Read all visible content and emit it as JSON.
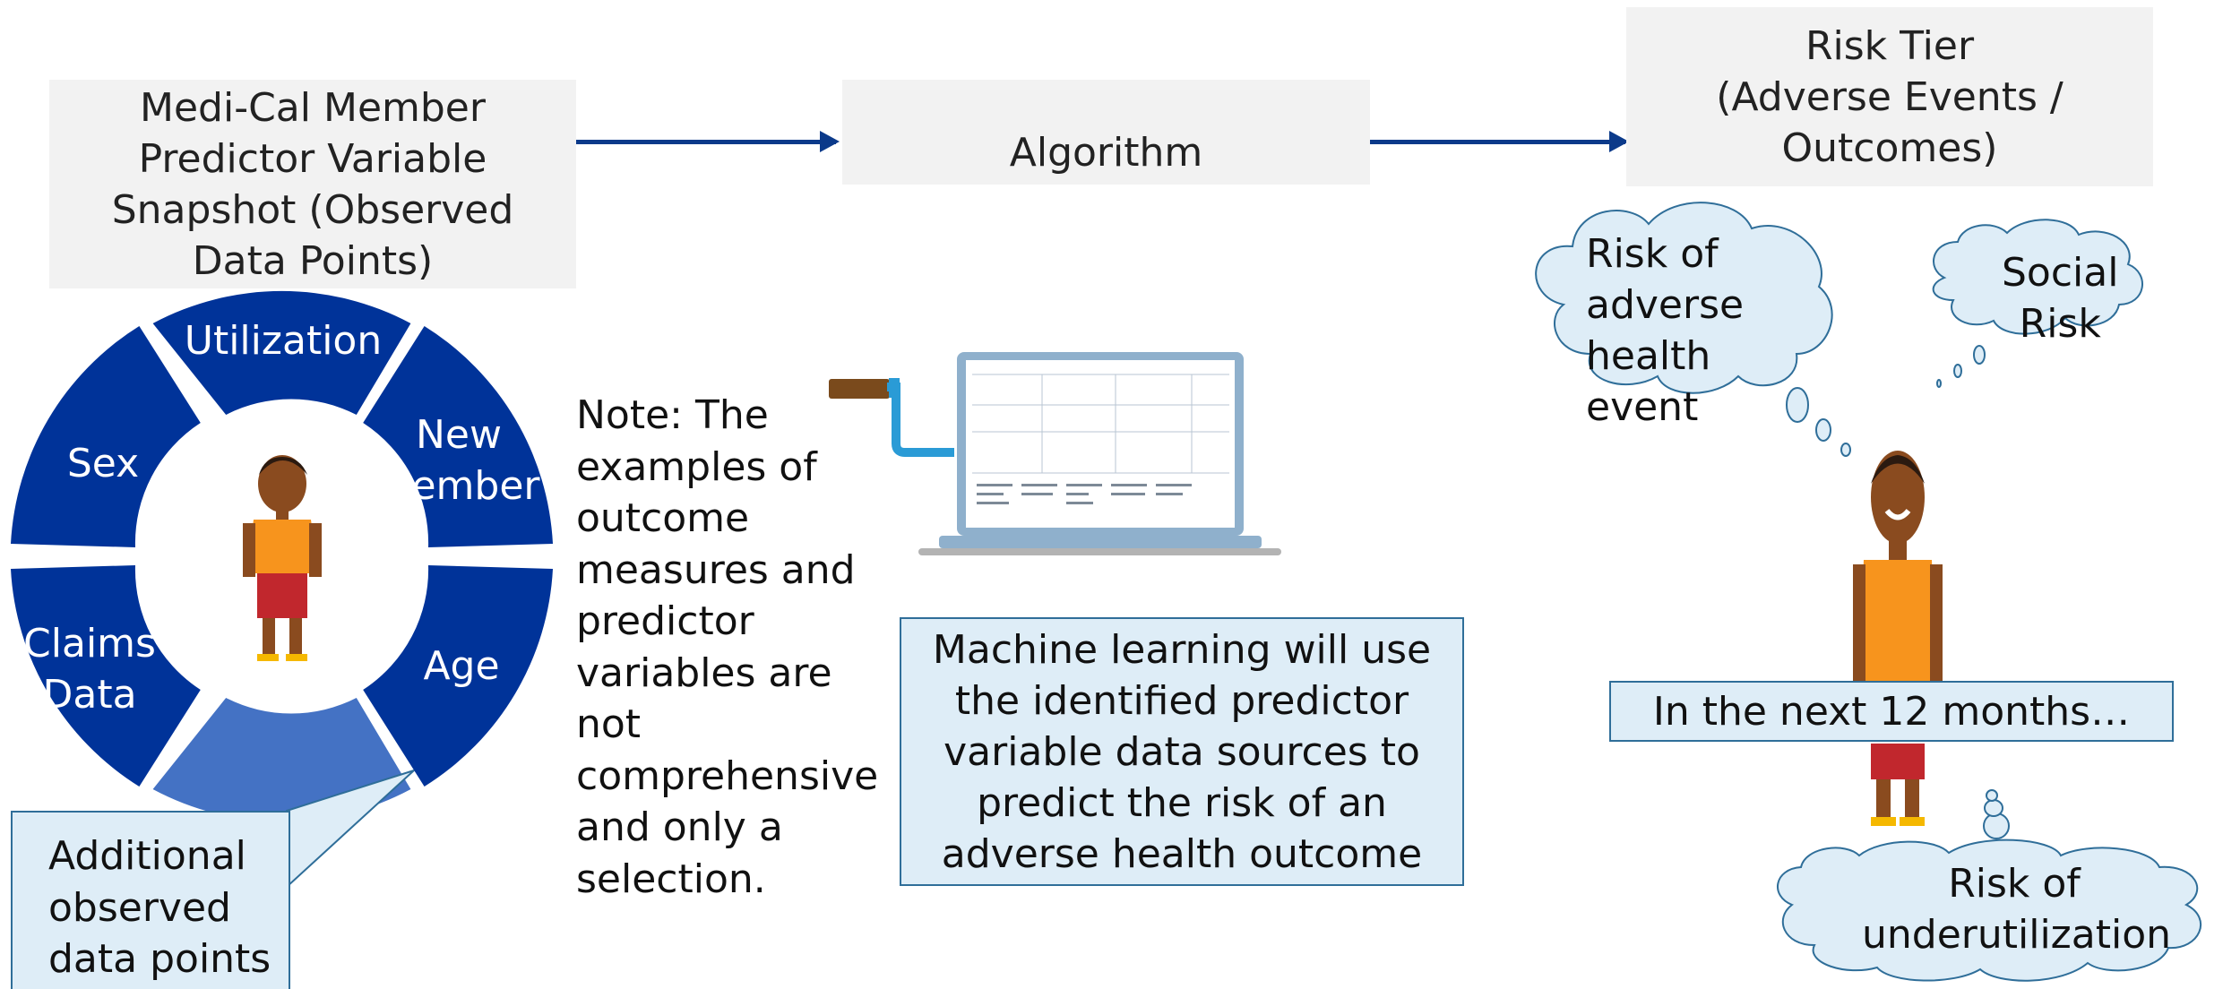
{
  "input_box": {
    "label": "Medi-Cal Member\nPredictor Variable\nSnapshot (Observed\nData Points)"
  },
  "algorithm_box": {
    "label": "Algorithm"
  },
  "risk_tier_box": {
    "label": "Risk Tier\n(Adverse Events /\nOutcomes)"
  },
  "wheel": {
    "segments": [
      "Utilization",
      "New Member",
      "Age",
      "Sex",
      "Claims Data"
    ],
    "colors": {
      "dark": "#003399",
      "light": "#4472c4"
    }
  },
  "callout": {
    "text": "Additional\nobserved\ndata points"
  },
  "note": {
    "text": "Note: The\nexamples of\noutcome\nmeasures and\npredictor\nvariables are not\ncomprehensive\nand only a\nselection."
  },
  "machine_learning": {
    "text": "Machine learning will use\nthe identified predictor\nvariable data sources to\npredict the risk of an\nadverse health outcome"
  },
  "clouds": {
    "adverse": "Risk of\nadverse\nhealth\nevent",
    "social": "Social\nRisk",
    "underutilization": "Risk of\nunderutilization"
  },
  "timeframe": {
    "text": "In the next 12 months…"
  },
  "colors": {
    "arrow": "#0b3a8a",
    "box_fill": "#f2f2f2",
    "text_box_fill": "#deedf7",
    "text_box_border": "#2f6e99",
    "cloud_fill": "#deedf7"
  }
}
